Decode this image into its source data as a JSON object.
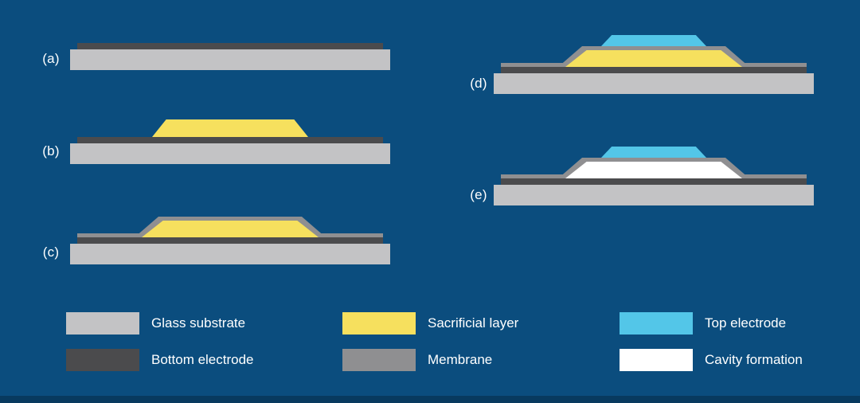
{
  "background": "#0b4d7e",
  "footer_bar": "#083a5f",
  "colors": {
    "glass": "#c3c3c5",
    "bottom_electrode": "#4b4b4d",
    "sacrificial": "#f6e05e",
    "membrane": "#8f8f91",
    "top_electrode": "#53c6e8",
    "cavity": "#ffffff",
    "text": "#ffffff"
  },
  "steps": [
    {
      "label": "(a)"
    },
    {
      "label": "(b)"
    },
    {
      "label": "(c)"
    },
    {
      "label": "(d)"
    },
    {
      "label": "(e)"
    }
  ],
  "legend": [
    {
      "label": "Glass substrate"
    },
    {
      "label": "Bottom electrode"
    },
    {
      "label": "Sacrificial layer"
    },
    {
      "label": "Membrane"
    },
    {
      "label": "Top electrode"
    },
    {
      "label": "Cavity formation"
    }
  ]
}
